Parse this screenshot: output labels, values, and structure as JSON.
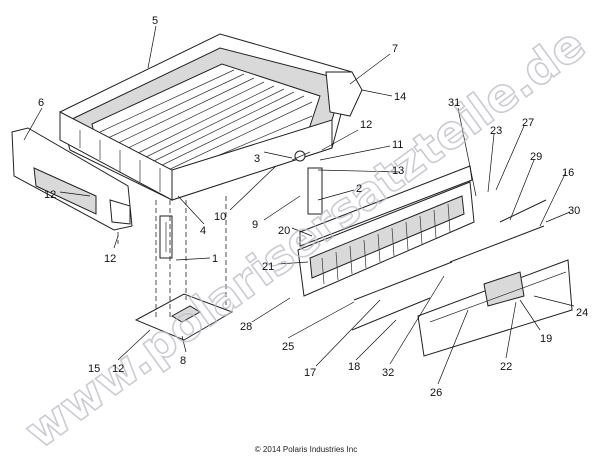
{
  "watermark": "www.polarisersatzteile.de",
  "copyright": "© 2014 Polaris Industries Inc",
  "callouts": [
    "5",
    "7",
    "14",
    "6",
    "12",
    "11",
    "13",
    "3",
    "2",
    "10",
    "9",
    "4",
    "12",
    "1",
    "12",
    "20",
    "21",
    "31",
    "23",
    "27",
    "29",
    "16",
    "30",
    "24",
    "19",
    "22",
    "28",
    "25",
    "17",
    "18",
    "32",
    "26",
    "15",
    "12",
    "8"
  ]
}
